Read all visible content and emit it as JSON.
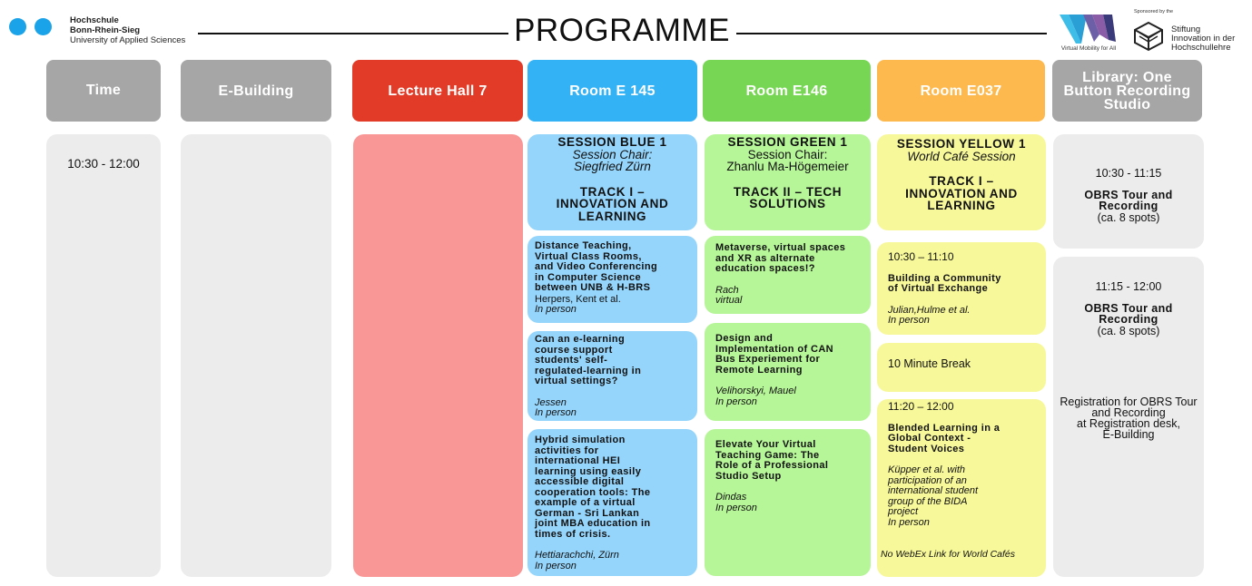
{
  "header": {
    "title": "PROGRAMME",
    "institution_lines": [
      "Hochschule",
      "Bonn-Rhein-Sieg",
      "University of Applied Sciences"
    ],
    "vma_caption": "Virtual Mobility for All",
    "sponsored_by": "Sponsored by the",
    "sponsor_lines": [
      "Stiftung",
      "Innovation in der",
      "Hochschullehre"
    ]
  },
  "columns": {
    "time": "Time",
    "ebuilding": "E-Building",
    "lecture_hall": "Lecture Hall 7",
    "blue": "Room E 145",
    "green": "Room E146",
    "yellow": "Room E037",
    "library": "Library: One Button Recording Studio"
  },
  "colors": {
    "grey_header": "#a6a6a6",
    "red_header": "#e23b27",
    "blue_header": "#33b2f5",
    "green_header": "#77d654",
    "orange_header": "#fdb94e",
    "grey_body": "#ececec",
    "red_body": "#f99696",
    "blue_body": "#96d5fb",
    "green_body": "#b6f598",
    "yellow_body": "#f7f89a"
  },
  "time_slot": "10:30 - 12:00",
  "blue": {
    "session": {
      "title": "SESSION BLUE 1",
      "chair_label": "Session Chair:",
      "chair_name": "Siegfried Zürn",
      "track_lines": [
        "TRACK I –",
        "INNOVATION AND",
        "LEARNING"
      ]
    },
    "talks": [
      {
        "title_lines": [
          "Distance Teaching,",
          "Virtual Class Rooms,",
          "and Video Conferencing",
          "in Computer Science",
          "between UNB & H-BRS"
        ],
        "authors": "Herpers, Kent et al.",
        "mode": "In person"
      },
      {
        "title_lines": [
          "Can an e-learning",
          "course support",
          "students' self-",
          "regulated-learning in",
          "virtual settings?"
        ],
        "authors": "Jessen",
        "mode": "In person"
      },
      {
        "title_lines": [
          "Hybrid simulation",
          "activities for",
          "international HEI",
          "learning using easily",
          "accessible digital",
          "cooperation tools: The",
          "example of a virtual",
          "German - Sri Lankan",
          "joint MBA education in",
          "times of crisis."
        ],
        "authors": "Hettiarachchi, Zürn",
        "mode": "In person"
      }
    ]
  },
  "green": {
    "session": {
      "title": "SESSION GREEN 1",
      "chair_label": "Session Chair:",
      "chair_name": "Zhanlu Ma-Högemeier",
      "track_lines": [
        "TRACK II – TECH",
        "SOLUTIONS"
      ]
    },
    "talks": [
      {
        "title_lines": [
          "Metaverse, virtual spaces",
          "and XR as alternate",
          "education spaces!?"
        ],
        "authors": "Rach",
        "mode": "virtual"
      },
      {
        "title_lines": [
          "Design and",
          "Implementation of CAN",
          "Bus Experiement for",
          "Remote Learning"
        ],
        "authors": "Velihorskyi, Mauel",
        "mode": "In person"
      },
      {
        "title_lines": [
          "Elevate Your Virtual",
          "Teaching Game: The",
          "Role of a Professional",
          "Studio Setup"
        ],
        "authors": "Dindas",
        "mode": "In person"
      }
    ]
  },
  "yellow": {
    "session": {
      "title": "SESSION YELLOW 1",
      "subtitle": "World Café Session",
      "track_lines": [
        "TRACK I –",
        "INNOVATION AND",
        "LEARNING"
      ]
    },
    "slot1": {
      "time": "10:30 – 11:10",
      "title_lines": [
        "Building a Community",
        "of Virtual Exchange"
      ],
      "authors": "Julian,Hulme et al.",
      "mode": "In person"
    },
    "break": "10 Minute Break",
    "slot2": {
      "time": "11:20 – 12:00",
      "title_lines": [
        "Blended Learning in a",
        "Global Context -",
        "Student Voices"
      ],
      "author_lines": [
        "Küpper et al. with",
        "participation of an",
        "international student",
        "group of the BIDA",
        "project"
      ],
      "mode": "In person",
      "note": "No WebEx Link for World Cafés"
    }
  },
  "library": {
    "slot1": {
      "time": "10:30 - 11:15",
      "title_lines": [
        "OBRS Tour and",
        "Recording"
      ],
      "spots": "(ca. 8 spots)"
    },
    "slot2": {
      "time": "11:15 - 12:00",
      "title_lines": [
        "OBRS Tour and",
        "Recording"
      ],
      "spots": "(ca. 8 spots)"
    },
    "registration_lines": [
      "Registration for OBRS Tour",
      "and Recording",
      "at Registration desk,",
      "E-Building"
    ]
  }
}
